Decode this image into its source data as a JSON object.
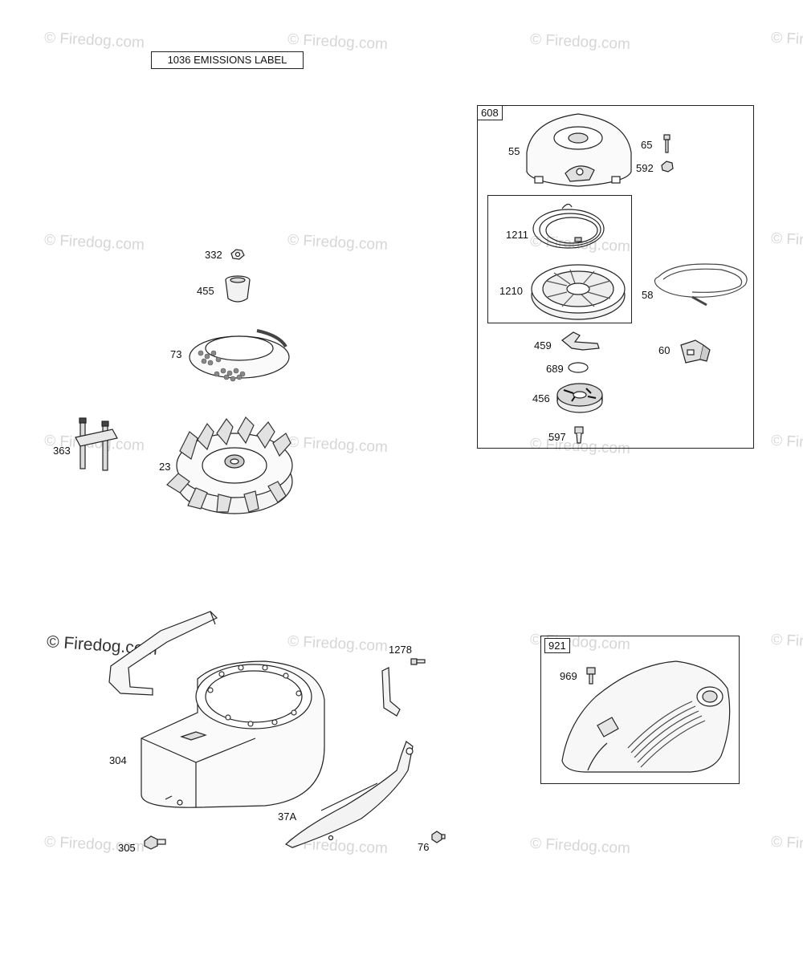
{
  "emissions_label": "1036 EMISSIONS LABEL",
  "watermark": "© Firedog.com",
  "callouts": {
    "c332": "332",
    "c455": "455",
    "c73": "73",
    "c363": "363",
    "c23": "23",
    "c55": "55",
    "c65": "65",
    "c592": "592",
    "c1211": "1211",
    "c1210": "1210",
    "c58": "58",
    "c459": "459",
    "c60": "60",
    "c689": "689",
    "c456": "456",
    "c597": "597",
    "c1278": "1278",
    "c304": "304",
    "c37A": "37A",
    "c305": "305",
    "c76": "76",
    "c969": "969"
  },
  "groups": {
    "starter_assembly": "608",
    "cover_assembly": "921"
  }
}
